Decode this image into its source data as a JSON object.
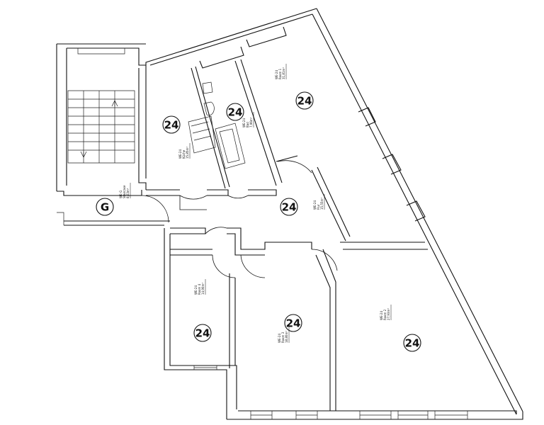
{
  "plan": {
    "rooms": [
      {
        "id": "room-1",
        "badge": "24",
        "lines": [
          "WE-24",
          "Room 1",
          "31,81m²"
        ]
      },
      {
        "id": "bathroom",
        "badge": "24",
        "lines": [
          "WE-24",
          "Bad",
          "7,96m²"
        ]
      },
      {
        "id": "kitchen",
        "badge": "24",
        "lines": [
          "WE-24",
          "Küche",
          "15,85m²"
        ]
      },
      {
        "id": "hallway",
        "badge": "24",
        "lines": [
          "WE-24",
          "Flur",
          "15,55m²"
        ]
      },
      {
        "id": "room-4",
        "badge": "24",
        "lines": [
          "WE-24",
          "Room 4",
          "14,90m²"
        ]
      },
      {
        "id": "room-3",
        "badge": "24",
        "lines": [
          "WE-24",
          "Room 3",
          "18,80m²"
        ]
      },
      {
        "id": "room-2",
        "badge": "24",
        "lines": [
          "WE-24",
          "Room 2",
          "27,93m²"
        ]
      },
      {
        "id": "staircase",
        "badge": "G",
        "lines": [
          "WE-G",
          "Staircase",
          "8,63m²"
        ]
      }
    ]
  }
}
